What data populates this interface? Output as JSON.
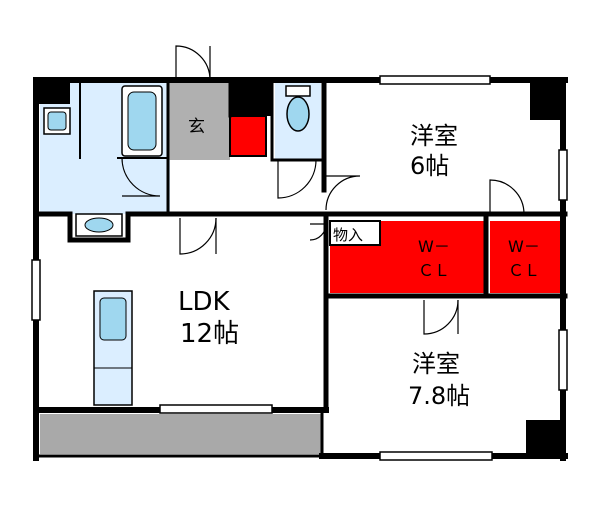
{
  "rooms": {
    "entrance": "玄",
    "western_6_name": "洋室",
    "western_6_size": "6帖",
    "ldk_name": "LDK",
    "ldk_size": "12帖",
    "western_78_name": "洋室",
    "western_78_size": "7.8帖",
    "storage": "物入",
    "wcl_1_top": "W－",
    "wcl_1_bottom": "ＣＬ",
    "wcl_2_top": "W－",
    "wcl_2_bottom": "ＣＬ"
  },
  "colors": {
    "wall": "#000000",
    "closet_red": "#ff0000",
    "wet_area": "#dbeeff",
    "fixture": "#9fd7ef",
    "entrance_gray": "#b0b0b0",
    "balcony": "#a9a9a9"
  },
  "icons": [
    "bathtub-icon",
    "sink-icon",
    "toilet-icon",
    "kitchen-counter-icon",
    "door-swing-icon"
  ]
}
